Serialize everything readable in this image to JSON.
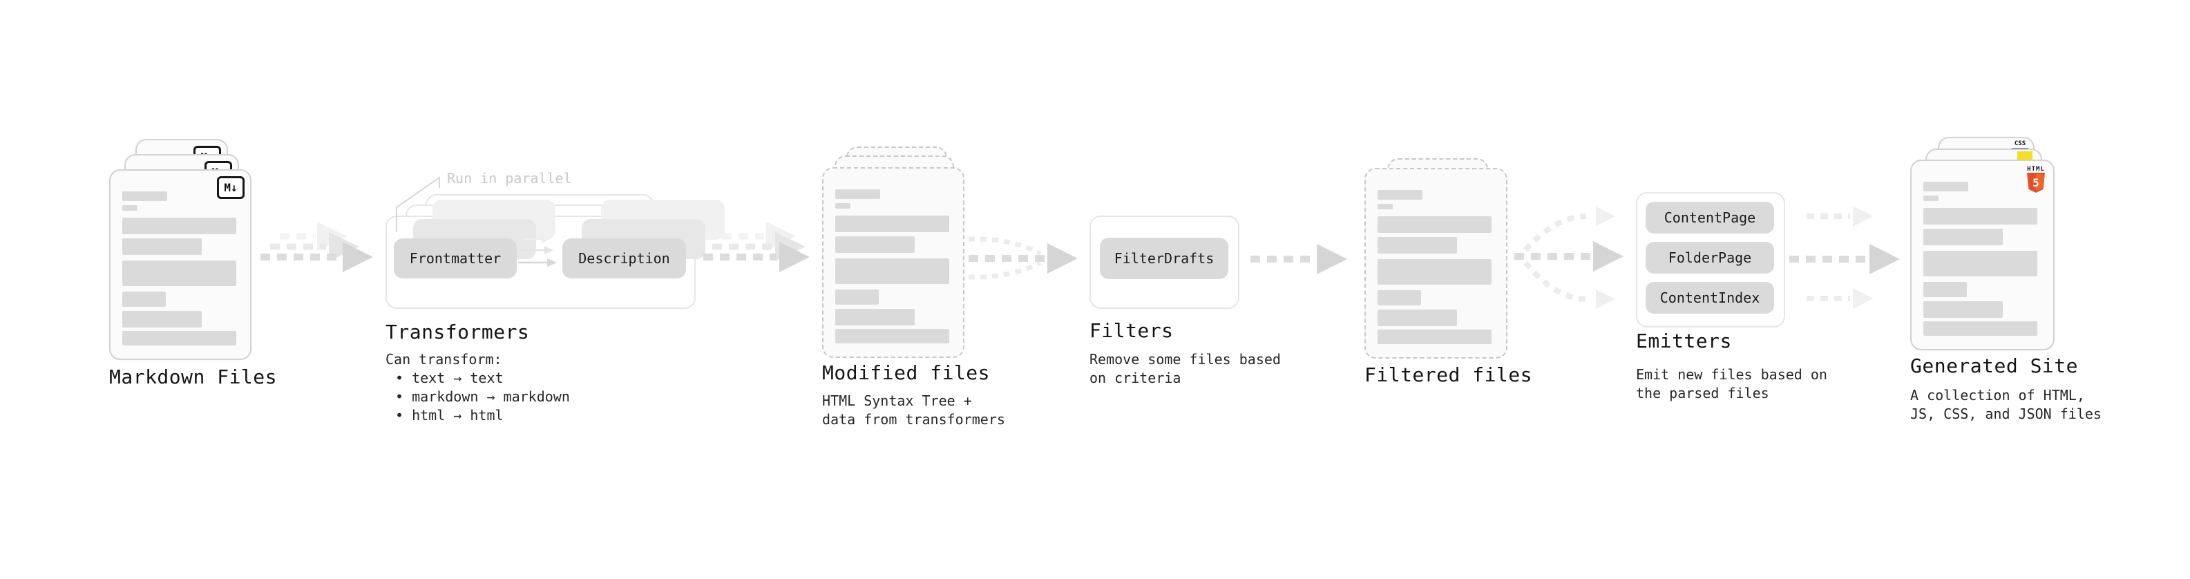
{
  "diagram_title": "static site generation pipeline",
  "colors": {
    "background": "#ffffff",
    "doc_fill": "#fbfbfb",
    "doc_border": "#d2d2d2",
    "dashed_border": "#c7c7c7",
    "bar": "#dadada",
    "pill": "#dadada",
    "box_border": "#e6e6e6",
    "arrow_main": "#dcdcdc",
    "arrow_head": "#d5d5d5",
    "arrow_light": "#ececec",
    "text": "#1d1d1d",
    "note": "#c8c8c8",
    "html5_orange": "#e44d26",
    "js_yellow": "#f7df1e",
    "css_blue": "#2e6bf0"
  },
  "stages": {
    "markdown_files": {
      "label": "Markdown Files",
      "badge": "M↓"
    },
    "transformers": {
      "title": "Transformers",
      "note": "Run in parallel",
      "button_a": "Frontmatter",
      "button_b": "Description",
      "desc_heading": "Can transform:",
      "bullet_1": "• text → text",
      "bullet_2": "• markdown → markdown",
      "bullet_3": "• html → html"
    },
    "modified_files": {
      "label": "Modified files",
      "desc_line_1": "HTML Syntax Tree +",
      "desc_line_2": "data from transformers"
    },
    "filters": {
      "title": "Filters",
      "button": "FilterDrafts",
      "desc_line_1": "Remove some files based",
      "desc_line_2": "on criteria"
    },
    "filtered_files": {
      "label": "Filtered files"
    },
    "emitters": {
      "title": "Emitters",
      "button_1": "ContentPage",
      "button_2": "FolderPage",
      "button_3": "ContentIndex",
      "desc_line_1": "Emit new files based on",
      "desc_line_2": "the parsed files"
    },
    "generated_site": {
      "label": "Generated Site",
      "desc_line_1": "A collection of HTML,",
      "desc_line_2": "JS, CSS, and JSON files",
      "badge_css": "CSS",
      "badge_html_text": "HTML",
      "badge_html_number": "5"
    }
  }
}
